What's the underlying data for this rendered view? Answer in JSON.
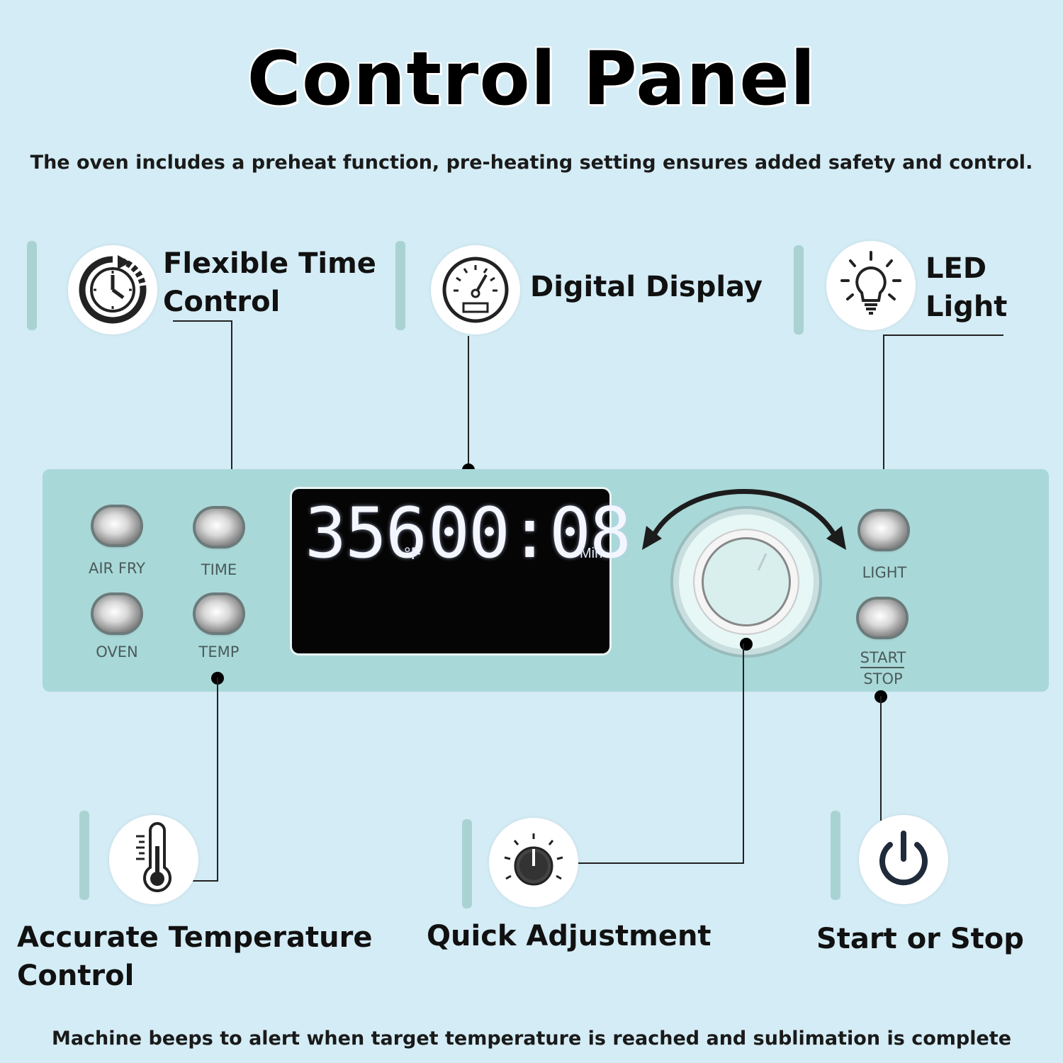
{
  "header": {
    "title": "Control Panel",
    "subtitle": "The oven includes a preheat function, pre-heating setting ensures added safety and control."
  },
  "features": {
    "time": {
      "line1": "Flexible Time",
      "line2": "Control",
      "icon": "clock-icon"
    },
    "display": {
      "label": "Digital Display",
      "icon": "gauge-icon"
    },
    "light": {
      "line1": "LED",
      "line2": "Light",
      "icon": "lightbulb-icon"
    },
    "temperature": {
      "line1": "Accurate Temperature",
      "line2": "Control",
      "icon": "thermometer-icon"
    },
    "adjust": {
      "label": "Quick Adjustment",
      "icon": "knob-icon"
    },
    "power": {
      "label": "Start or Stop",
      "icon": "power-icon"
    }
  },
  "panel": {
    "buttons": {
      "air_fry": "AIR FRY",
      "time": "TIME",
      "oven": "OVEN",
      "temp": "TEMP",
      "light": "LIGHT",
      "start": "START",
      "stop": "STOP"
    },
    "display": {
      "temperature": "356",
      "temp_unit": "°F",
      "time": "00:08",
      "time_unit": "Min"
    }
  },
  "footer": {
    "note": "Machine beeps to alert when target temperature is reached and sublimation is complete"
  },
  "colors": {
    "background": "#d4ecf5",
    "panel": "#a9d8d8",
    "accent_bar": "#a9d3d3"
  }
}
